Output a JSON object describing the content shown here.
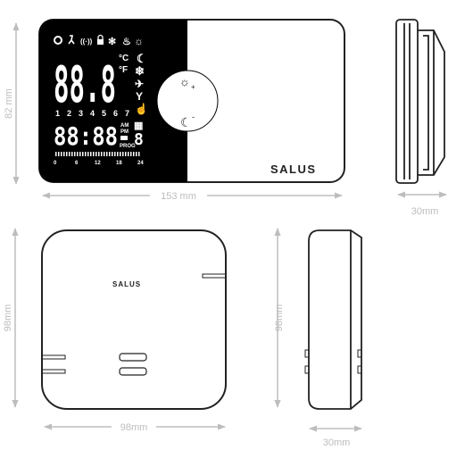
{
  "dimensions": {
    "front_height": "82 mm",
    "front_width": "153 mm",
    "side_depth_top": "30mm",
    "receiver_height": "98mm",
    "receiver_width": "98mm",
    "receiver_side_height": "98mm",
    "receiver_side_depth": "30mm"
  },
  "brand": {
    "thermostat": "SALUS",
    "receiver": "SALUS"
  },
  "lcd": {
    "temperature": "88.8",
    "unit_c": "°C",
    "unit_f": "°F",
    "days": [
      "1",
      "2",
      "3",
      "4",
      "5",
      "6",
      "7"
    ],
    "time": "88:88",
    "am": "AM",
    "pm": "PM",
    "prog": "PROG",
    "program_digit": "8",
    "timeline_labels": [
      "0",
      "6",
      "12",
      "18",
      "24"
    ]
  },
  "colors": {
    "lcd_background": "#000000",
    "outline": "#222222",
    "dimension": "#bdbdbd"
  }
}
